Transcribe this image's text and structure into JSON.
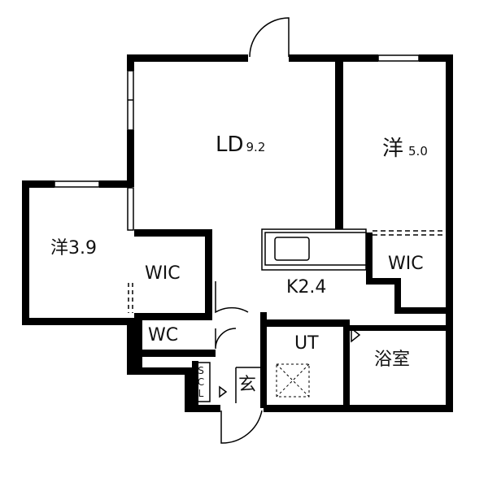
{
  "floorplan": {
    "rooms": {
      "ld": {
        "name": "LD",
        "size": "9.2"
      },
      "western_right": {
        "name": "洋",
        "size": "5.0"
      },
      "western_left": {
        "name": "洋",
        "size": "3.9"
      },
      "wic_left": {
        "name": "WIC"
      },
      "wic_right": {
        "name": "WIC"
      },
      "kitchen": {
        "name": "K",
        "size": "2.4"
      },
      "wc": {
        "name": "WC"
      },
      "ut": {
        "name": "UT"
      },
      "bath": {
        "name": "浴室"
      },
      "shoe_closet": {
        "lines": [
          "S",
          "C",
          "L"
        ]
      },
      "entrance": {
        "name": "玄"
      }
    }
  }
}
